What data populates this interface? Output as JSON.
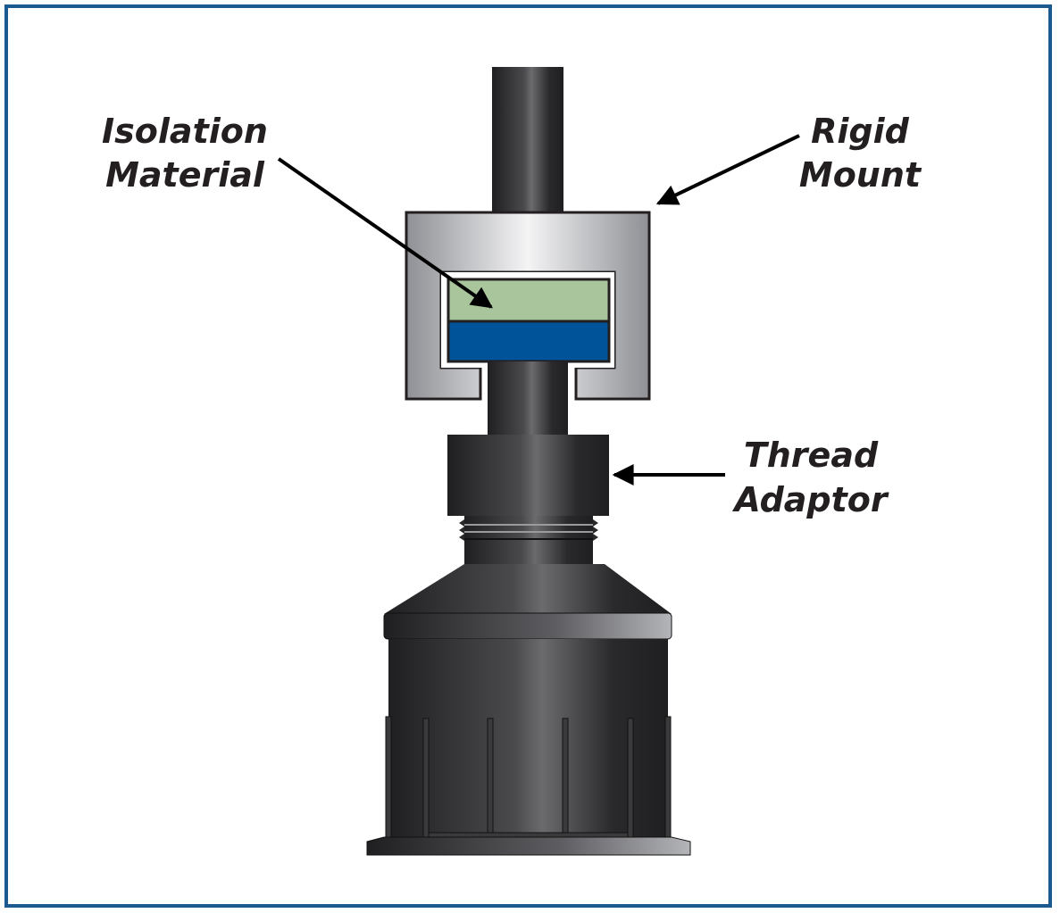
{
  "labels": {
    "isolation_material": [
      "Isolation",
      "Material"
    ],
    "rigid_mount": [
      "Rigid",
      "Mount"
    ],
    "thread_adaptor": [
      "Thread",
      "Adaptor"
    ]
  },
  "colors": {
    "frame": "#1b5a8f",
    "isolation_top": "#a8c59c",
    "isolation_bottom": "#005299",
    "mount_light": "#f4f4f5",
    "mount_dark": "#8e9095",
    "body_dark": "#1f1e20",
    "body_light": "#6b6b6e"
  }
}
